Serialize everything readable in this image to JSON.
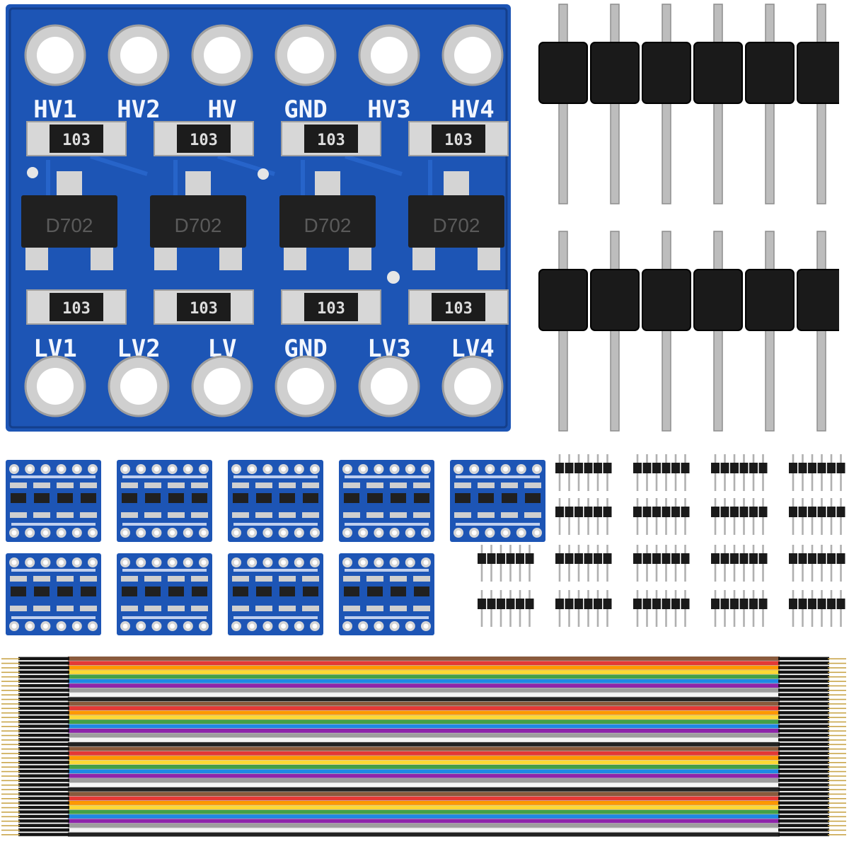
{
  "board": {
    "top_pins": [
      "HV1",
      "HV2",
      "HV",
      "GND",
      "HV3",
      "HV4"
    ],
    "bottom_pins": [
      "LV1",
      "LV2",
      "LV",
      "GND",
      "LV3",
      "LV4"
    ],
    "top_resistors": [
      "103",
      "103",
      "103",
      "103"
    ],
    "bottom_resistors": [
      "103",
      "103",
      "103",
      "103"
    ],
    "chips": [
      "D702",
      "D702",
      "D702",
      "D702"
    ]
  },
  "colors": {
    "pcb_blue": "#1d55b5",
    "pcb_dark": "#143f8c",
    "pad_silver": "#d9d9d9",
    "header_black": "#1a1a1a",
    "pin_silver": "#bdbdbd"
  },
  "kit": {
    "small_boards": 9,
    "header_strips": 20,
    "dupont_wires": 40,
    "wire_colors": [
      "#8a5a3c",
      "#e53935",
      "#ff9800",
      "#fdd835",
      "#43a047",
      "#1e88e5",
      "#8e24aa",
      "#9e9e9e",
      "#f5f5f5",
      "#222222"
    ]
  }
}
